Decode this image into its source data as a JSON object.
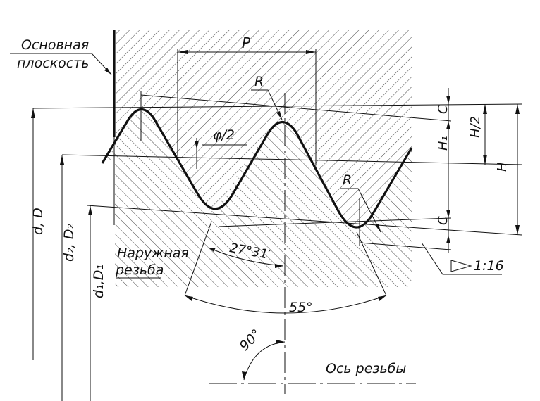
{
  "colors": {
    "ink": "#111111",
    "hatch": "#333333",
    "background": "#ffffff"
  },
  "labels": {
    "base_plane_line1": "Основная",
    "base_plane_line2": "плоскость",
    "pitch": "P",
    "radius_top": "R",
    "radius_bottom": "R",
    "half_angle": "φ/2",
    "c_top": "C",
    "c_bottom": "C",
    "h1": "H₁",
    "h_half": "H/2",
    "h": "H",
    "d_major": "d, D",
    "d_pitch": "d₂, D₂",
    "d_minor": "d₁,D₁",
    "angle_half_profile": "27°31′",
    "external_thread_line1": "Наружная",
    "external_thread_line2": "резьба",
    "taper": "1:16",
    "angle_profile": "55°",
    "angle_right": "90°",
    "thread_axis": "Ось резьбы"
  }
}
